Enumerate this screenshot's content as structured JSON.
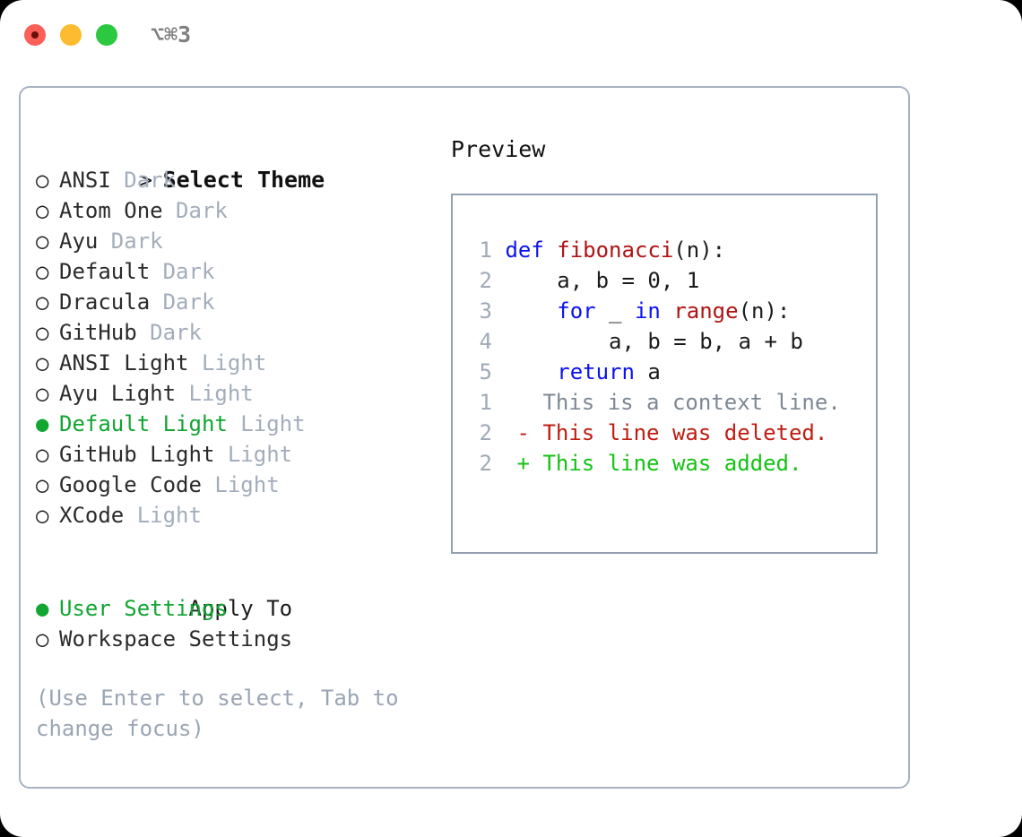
{
  "window": {
    "shortcut": "⌥⌘3",
    "traffic_lights": [
      {
        "name": "close",
        "color": "#fc6058"
      },
      {
        "name": "minimize",
        "color": "#fdbc2f"
      },
      {
        "name": "maximize",
        "color": "#2bc840"
      }
    ]
  },
  "theme_picker": {
    "header": "Select Theme",
    "prompt_marker": ">",
    "marker_unselected": "○",
    "marker_selected": "●",
    "items": [
      {
        "name": "ANSI",
        "category": "Dark",
        "selected": false
      },
      {
        "name": "Atom One",
        "category": "Dark",
        "selected": false
      },
      {
        "name": "Ayu",
        "category": "Dark",
        "selected": false
      },
      {
        "name": "Default",
        "category": "Dark",
        "selected": false
      },
      {
        "name": "Dracula",
        "category": "Dark",
        "selected": false
      },
      {
        "name": "GitHub",
        "category": "Dark",
        "selected": false
      },
      {
        "name": "ANSI Light",
        "category": "Light",
        "selected": false
      },
      {
        "name": "Ayu Light",
        "category": "Light",
        "selected": false
      },
      {
        "name": "Default Light",
        "category": "Light",
        "selected": true
      },
      {
        "name": "GitHub Light",
        "category": "Light",
        "selected": false
      },
      {
        "name": "Google Code",
        "category": "Light",
        "selected": false
      },
      {
        "name": "XCode",
        "category": "Light",
        "selected": false
      }
    ]
  },
  "apply_to": {
    "header": "Apply To",
    "options": [
      {
        "label": "User Settings",
        "selected": true
      },
      {
        "label": "Workspace Settings",
        "selected": false
      }
    ]
  },
  "hint": "(Use Enter to select, Tab to change focus)",
  "preview": {
    "header": "Preview",
    "code_lines": [
      {
        "num": "1",
        "tokens": [
          {
            "t": "def ",
            "c": "kw"
          },
          {
            "t": "fibonacci",
            "c": "fn"
          },
          {
            "t": "(n):",
            "c": "txt"
          }
        ]
      },
      {
        "num": "2",
        "tokens": [
          {
            "t": "    a, b = 0, 1",
            "c": "txt"
          }
        ]
      },
      {
        "num": "3",
        "tokens": [
          {
            "t": "    ",
            "c": "txt"
          },
          {
            "t": "for",
            "c": "kw"
          },
          {
            "t": " _ ",
            "c": "txt"
          },
          {
            "t": "in ",
            "c": "kw"
          },
          {
            "t": "range",
            "c": "fn"
          },
          {
            "t": "(n):",
            "c": "txt"
          }
        ]
      },
      {
        "num": "4",
        "tokens": [
          {
            "t": "        a, b = b, a + b",
            "c": "txt"
          }
        ]
      },
      {
        "num": "5",
        "tokens": [
          {
            "t": "    ",
            "c": "txt"
          },
          {
            "t": "return",
            "c": "kw"
          },
          {
            "t": " a",
            "c": "txt"
          }
        ]
      }
    ],
    "diff_lines": [
      {
        "num": "1",
        "sign": " ",
        "text": "This is a context line.",
        "kind": "context"
      },
      {
        "num": "2",
        "sign": "-",
        "text": "This line was deleted.",
        "kind": "del"
      },
      {
        "num": "2",
        "sign": "+",
        "text": "This line was added.",
        "kind": "add"
      }
    ]
  },
  "colors": {
    "selected_green": "#11a531",
    "muted_gray": "#a3adbb",
    "keyword_blue": "#0c12f0",
    "function_red": "#b01414",
    "diff_add": "#13c213",
    "diff_del": "#c01d12",
    "panel_border": "#a8b2c1"
  }
}
